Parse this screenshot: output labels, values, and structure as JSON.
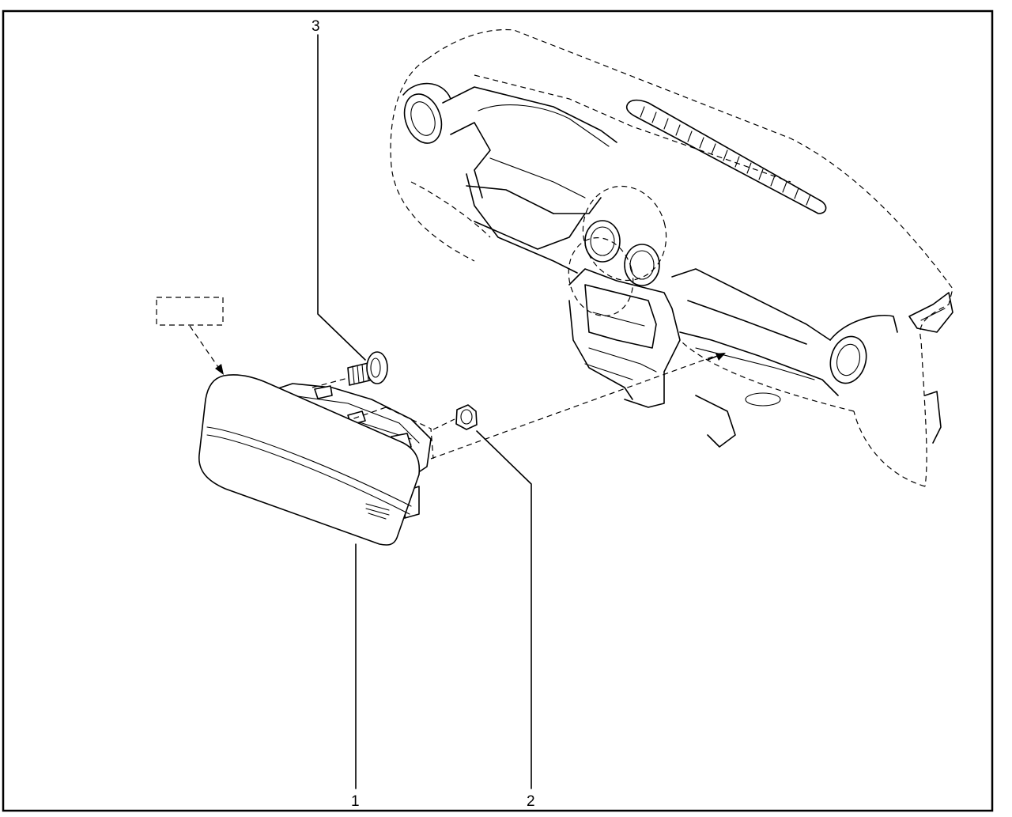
{
  "callouts": [
    {
      "id": "1",
      "label": "1"
    },
    {
      "id": "2",
      "label": "2"
    },
    {
      "id": "3",
      "label": "3"
    }
  ],
  "parts": {
    "airbag_module": "airbag-module",
    "nut": "nut",
    "bolt": "bolt",
    "dashboard": "dashboard-crossmember"
  }
}
